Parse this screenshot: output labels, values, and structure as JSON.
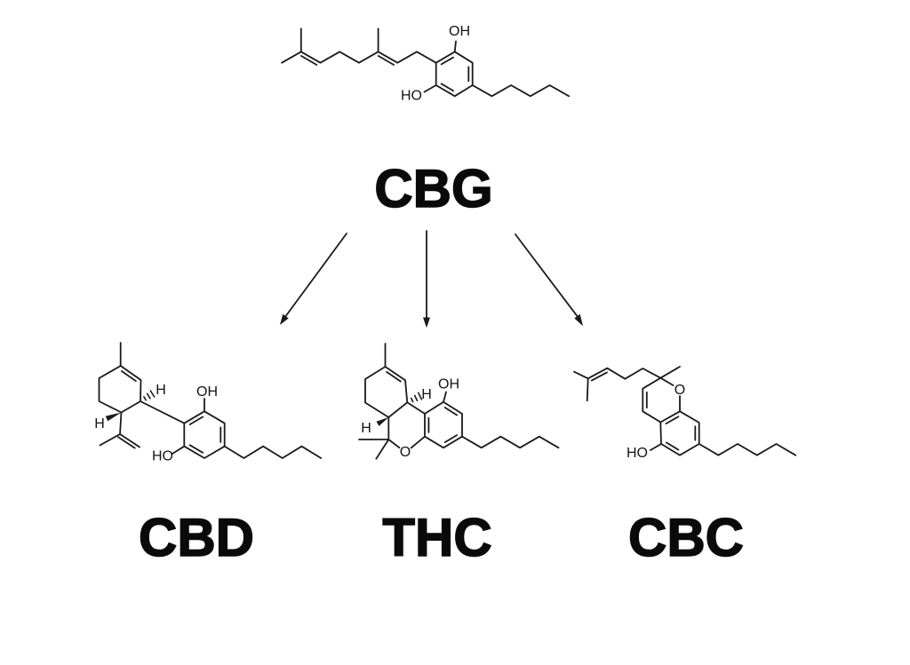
{
  "colors": {
    "background": "#ffffff",
    "structure_ink": "#1a1a1a",
    "label_ink": "#0a0a0a"
  },
  "molecules": {
    "cbg": {
      "label": "CBG",
      "atoms": {
        "oh_top": "OH",
        "ho_left": "HO"
      }
    },
    "cbd": {
      "label": "CBD",
      "atoms": {
        "oh_top": "OH",
        "ho_left": "HO",
        "h_c1": "H",
        "h_c6": "H"
      }
    },
    "thc": {
      "label": "THC",
      "atoms": {
        "oh_top": "OH",
        "o_ring": "O",
        "h_c10a": "H",
        "h_c6a": "H"
      }
    },
    "cbc": {
      "label": "CBC",
      "atoms": {
        "o_ring": "O",
        "ho_left": "HO"
      }
    }
  }
}
